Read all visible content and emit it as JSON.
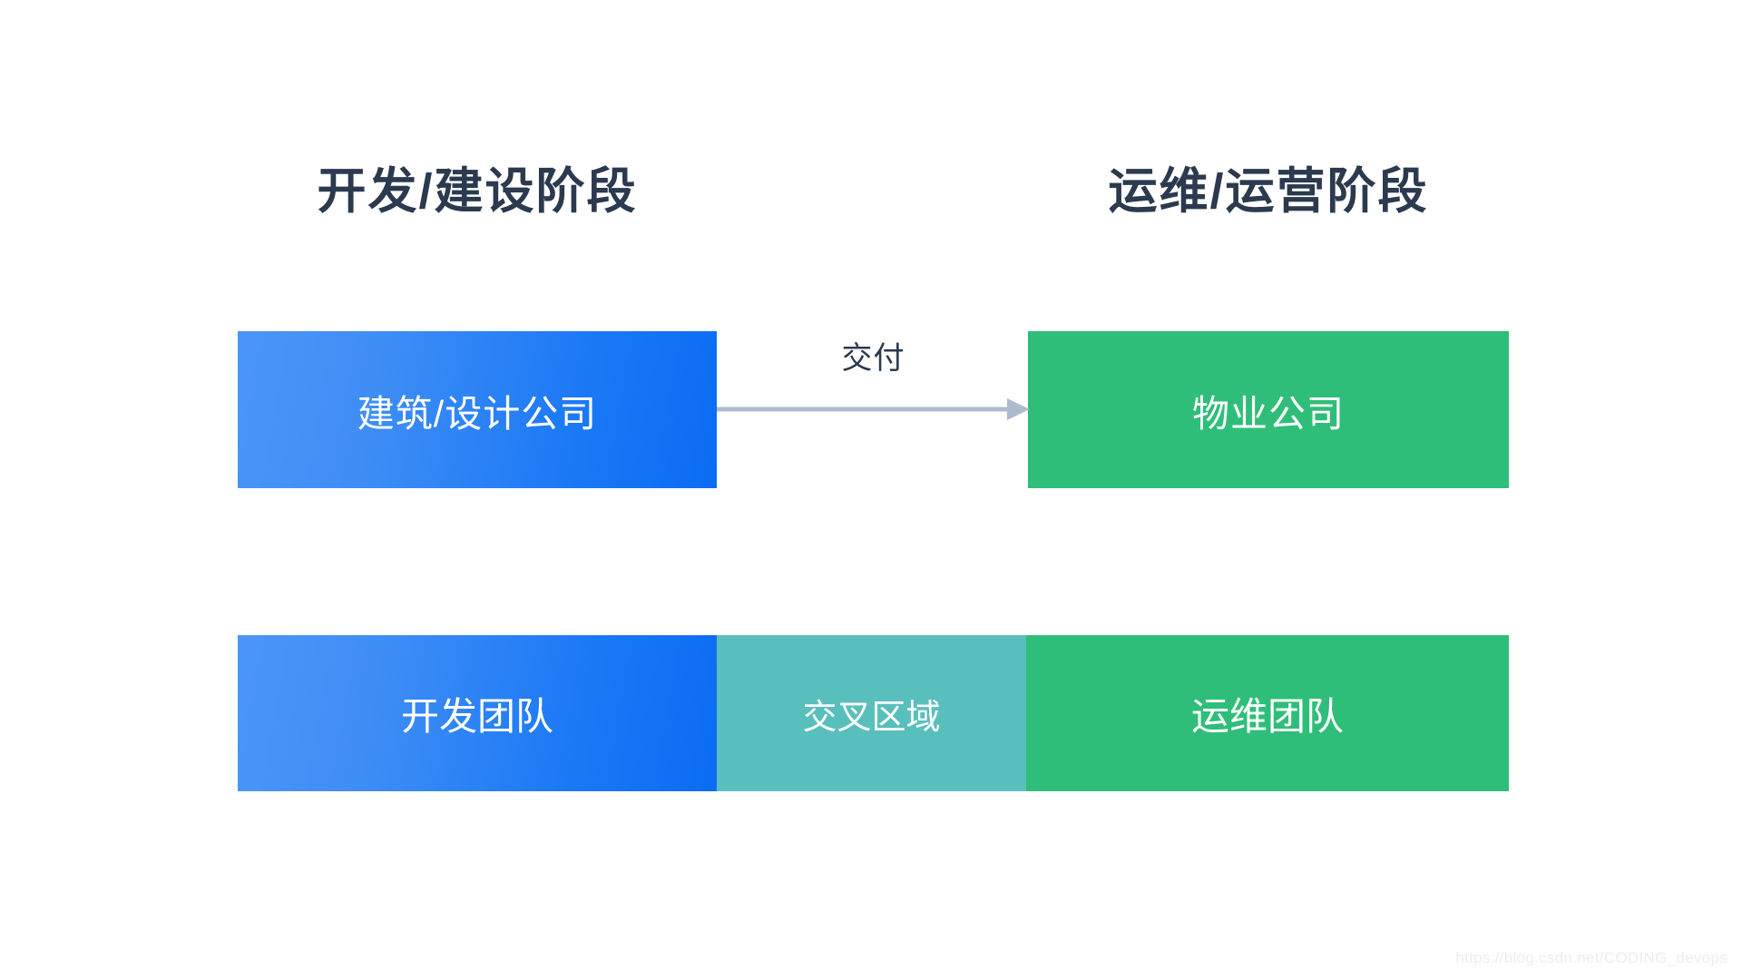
{
  "diagram": {
    "background_color": "#ffffff",
    "headings": [
      {
        "id": "dev",
        "label": "开发/建设阶段"
      },
      {
        "id": "ops",
        "label": "运维/运营阶段"
      }
    ],
    "role_boxes": [
      {
        "id": "design",
        "label": "建筑/设计公司",
        "color": "#1a78f5"
      },
      {
        "id": "property",
        "label": "物业公司",
        "color": "#2fbe79"
      }
    ],
    "arrow": {
      "label": "交付",
      "color": "#aebacd",
      "direction": "left-to-right",
      "icon": "arrow-right-icon"
    },
    "team_bar": {
      "segments": [
        {
          "id": "dev-team",
          "label": "开发团队",
          "color": "#1a78f5"
        },
        {
          "id": "cross-area",
          "label": "交叉区域",
          "color": "#59bfbc"
        },
        {
          "id": "ops-team",
          "label": "运维团队",
          "color": "#2fbe79"
        }
      ]
    },
    "watermark": "https://blog.csdn.net/CODING_devops",
    "text_color": "#2b3a4e"
  }
}
